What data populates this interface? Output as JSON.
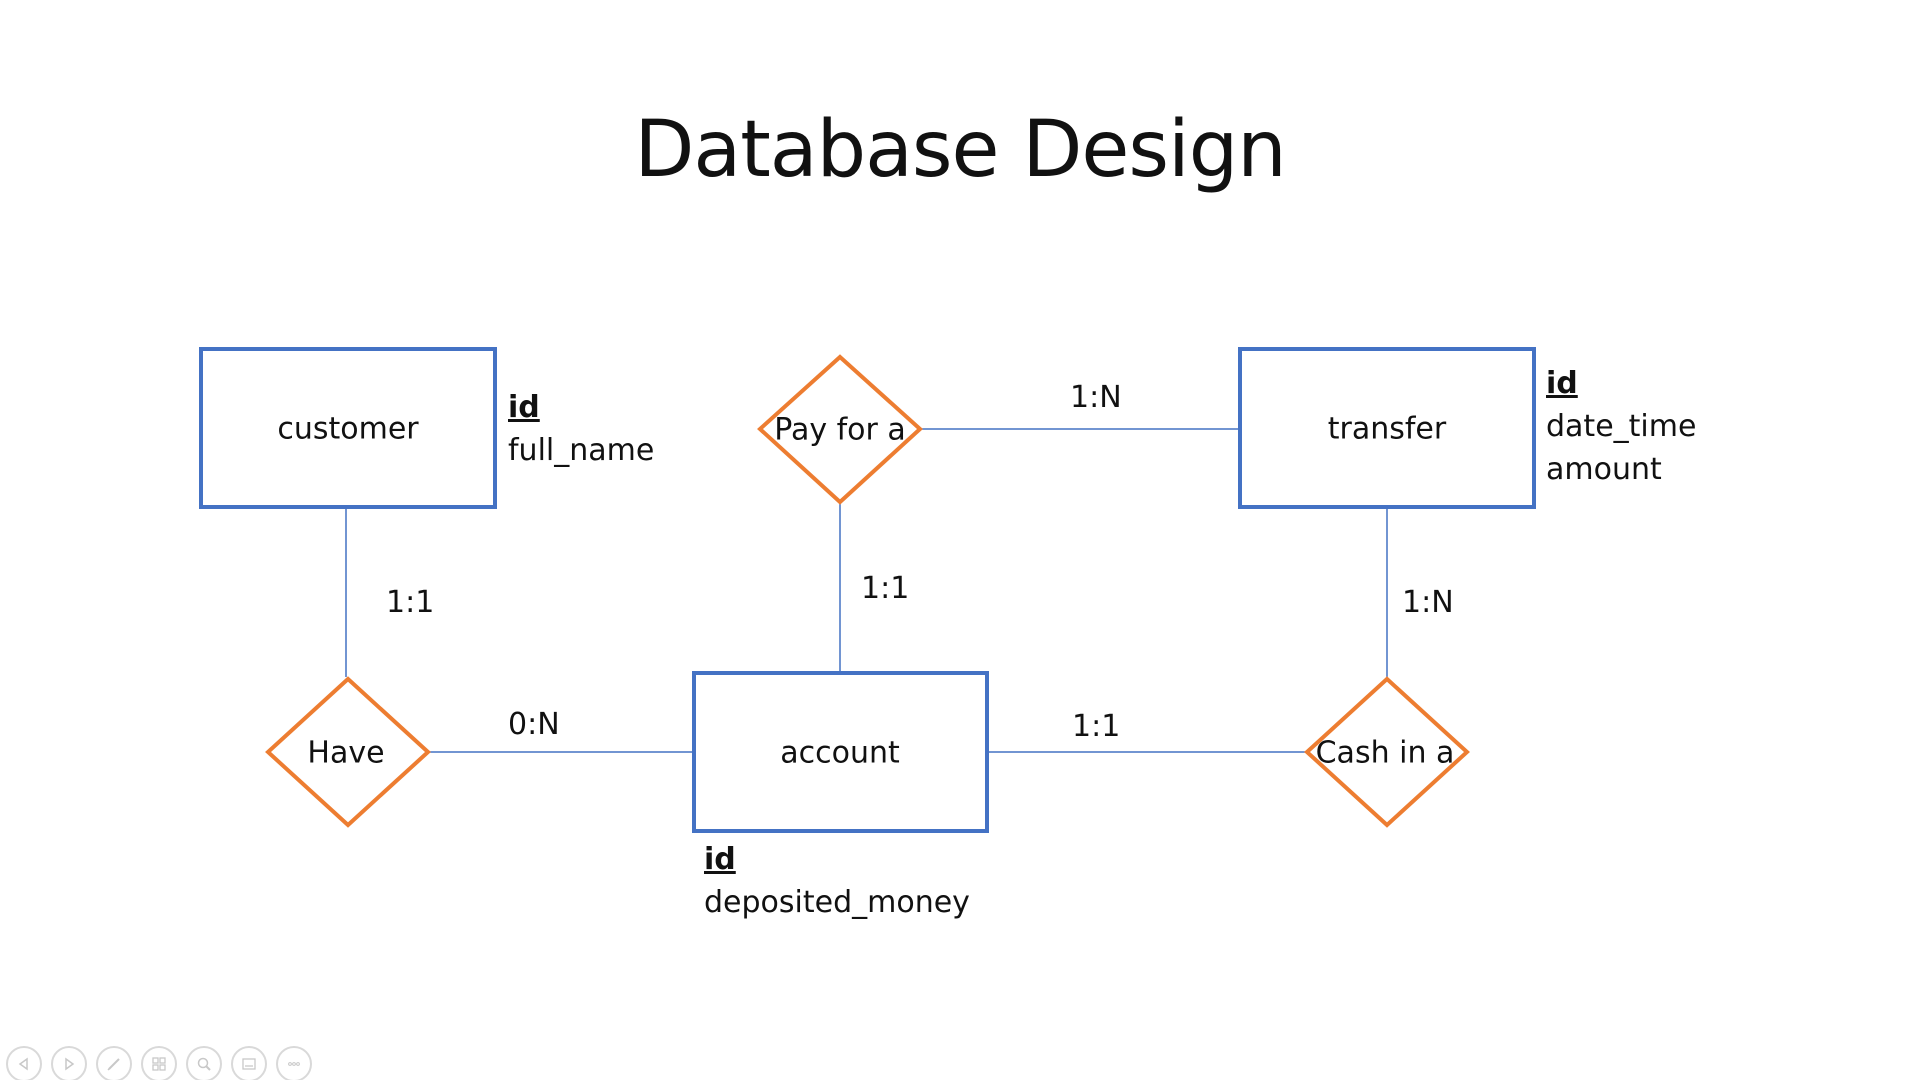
{
  "slide": {
    "title": "Database Design"
  },
  "entities": {
    "customer": {
      "name": "customer",
      "attributes": {
        "primary_key": "id",
        "fields": [
          "full_name"
        ]
      }
    },
    "transfer": {
      "name": "transfer",
      "attributes": {
        "primary_key": "id",
        "fields": [
          "date_time",
          "amount"
        ]
      }
    },
    "account": {
      "name": "account",
      "attributes": {
        "primary_key": "id",
        "fields": [
          "deposited_money"
        ]
      }
    }
  },
  "relationships": {
    "pay_for": {
      "name": "Pay for a"
    },
    "have": {
      "name": "Have"
    },
    "cash_in": {
      "name": "Cash in a"
    }
  },
  "cardinalities": {
    "customer_have": "1:1",
    "have_account": "0:N",
    "pay_for_account": "1:1",
    "pay_for_transfer": "1:N",
    "transfer_cash_in": "1:N",
    "account_cash_in": "1:1"
  },
  "colors": {
    "entity_border": "#4472C4",
    "relationship_border": "#ED7D31",
    "connector": "#4472C4",
    "text": "#111111"
  },
  "toolbar": {
    "icons": [
      "previous-icon",
      "next-icon",
      "pen-icon",
      "slides-grid-icon",
      "zoom-icon",
      "subtitles-icon",
      "more-options-icon"
    ]
  }
}
